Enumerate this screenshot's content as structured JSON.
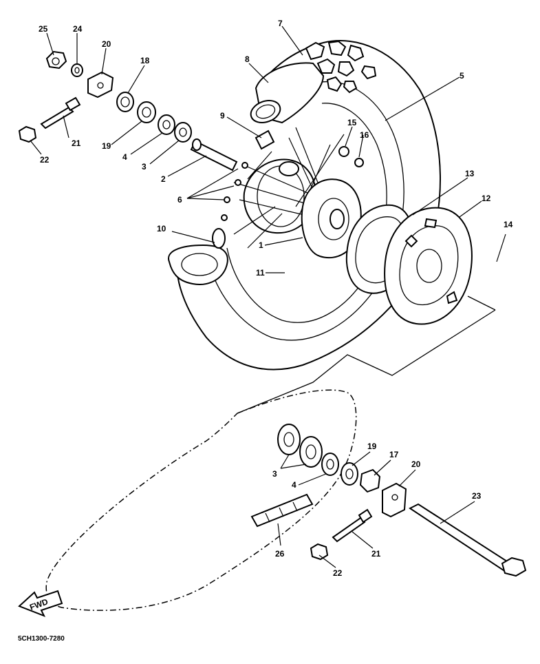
{
  "diagram": {
    "code": "5CH1300-7280",
    "fwd_label": "FWD",
    "callouts": {
      "c25": "25",
      "c24": "24",
      "c20a": "20",
      "c18": "18",
      "c7": "7",
      "c8": "8",
      "c5": "5",
      "c9": "9",
      "c15": "15",
      "c16": "16",
      "c21a": "21",
      "c22a": "22",
      "c19a": "19",
      "c4a": "4",
      "c3a": "3",
      "c2": "2",
      "c6": "6",
      "c13": "13",
      "c12": "12",
      "c14": "14",
      "c10": "10",
      "c1": "1",
      "c11": "11",
      "c19b": "19",
      "c17": "17",
      "c20b": "20",
      "c23": "23",
      "c3b": "3",
      "c4b": "4",
      "c26": "26",
      "c21b": "21",
      "c22b": "22"
    }
  }
}
